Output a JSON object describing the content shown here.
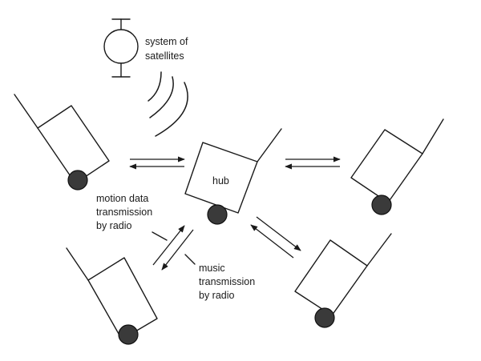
{
  "labels": {
    "satellites_line1": "system of",
    "satellites_line2": "satellites",
    "hub": "hub",
    "motion_line1": "motion data",
    "motion_line2": "transmission",
    "motion_line3": "by radio",
    "music_line1": "music",
    "music_line2": "transmission",
    "music_line3": "by radio"
  },
  "colors": {
    "line": "#1a1a1a",
    "wheel": "#3a3a3a",
    "background": "#ffffff"
  }
}
